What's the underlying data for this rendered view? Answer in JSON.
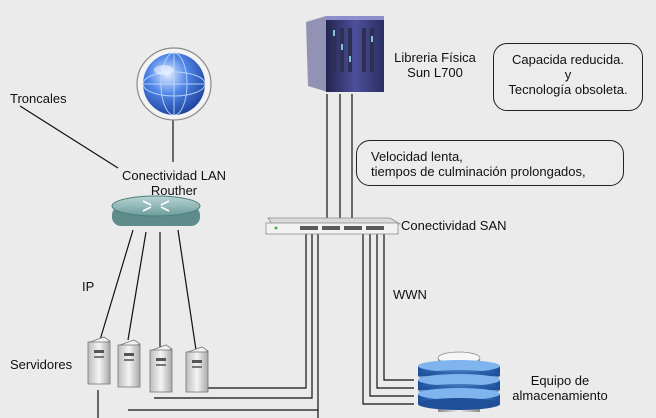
{
  "labels": {
    "troncales": "Troncales",
    "lan_line1": "Conectividad LAN",
    "lan_line2": "Routher",
    "ip": "IP",
    "servidores": "Servidores",
    "libreria_line1": "Libreria Física",
    "libreria_line2": "Sun L700",
    "san": "Conectividad SAN",
    "wwn": "WWN",
    "storage_line1": "Equipo de",
    "storage_line2": "almacenamiento"
  },
  "callouts": {
    "capacity": [
      "Capacida reducida.",
      "y",
      "Tecnología obsoleta."
    ],
    "speed": [
      "Velocidad lenta,",
      "tiempos de culminación prolongados,"
    ]
  },
  "colors": {
    "background": "#ebebeb",
    "router": "#6f9c9b",
    "library": "#3d3f7a",
    "storage": "#3b79c4",
    "server": "#e3e3e3",
    "globe": "#2a55b8"
  },
  "icons": {
    "globe": "globe-icon",
    "router": "router-icon",
    "library": "tape-library-icon",
    "switch": "san-switch-icon",
    "server": "server-icon",
    "storage": "storage-array-icon"
  }
}
